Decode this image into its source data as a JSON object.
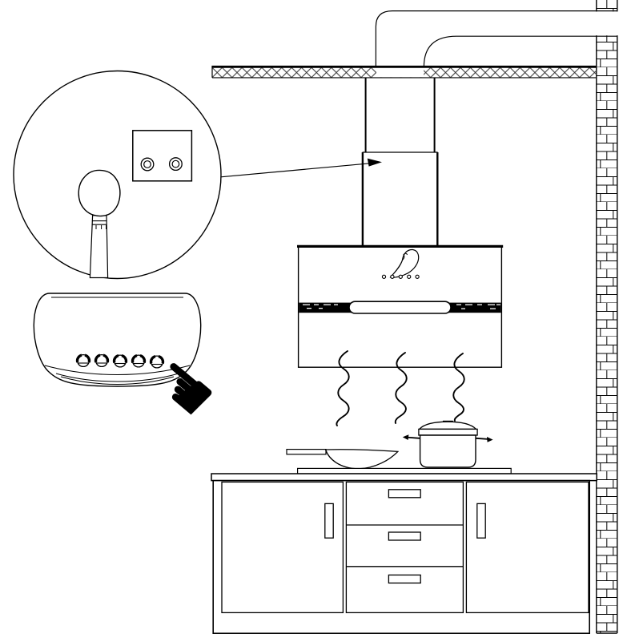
{
  "page": {
    "background_color": "#ffffff",
    "line_color": "#000000"
  },
  "plug_callout": {
    "label": "magnified detail: power plug and wall socket",
    "socket_hole_count": 2
  },
  "controls_callout": {
    "label": "magnified detail: control panel with buttons",
    "button_count": 5,
    "hand_glyph": "☚"
  },
  "scene": {
    "ceiling": {
      "label": "hatched ceiling slab with duct opening"
    },
    "wall": {
      "label": "brick wall with duct pass-through"
    },
    "duct": {
      "label": "exhaust duct pipe"
    },
    "chimney": {
      "label": "two-piece chimney flue cover"
    },
    "hood": {
      "label": "wall-mounted range hood",
      "indicator_dot_count": 5
    },
    "steam": {
      "wisp_count": 3
    },
    "cooktop": {
      "label": "cooktop slab"
    },
    "wok": {
      "label": "wok pan with handle"
    },
    "pot": {
      "label": "stock pot with lid"
    },
    "countertop": {
      "label": "countertop"
    },
    "cabinet": {
      "label": "base cabinet",
      "door_count": 2,
      "drawer_count": 3
    }
  }
}
